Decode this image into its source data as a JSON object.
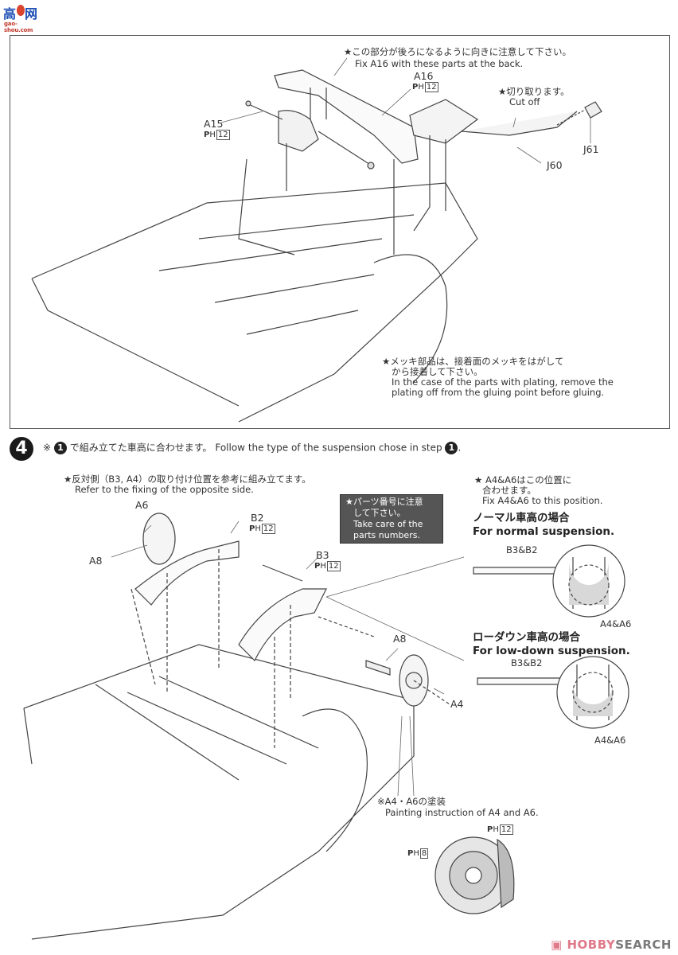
{
  "watermark_top": {
    "logo_chars": [
      "高",
      "网"
    ],
    "logo_site": "gao-shou.com"
  },
  "step3_panel": {
    "note_back_jp": "★この部分が後ろになるように向きに注意して下さい。",
    "note_back_en": "Fix A16 with these parts at the back.",
    "parts": [
      {
        "id": "A16",
        "paint": "12"
      },
      {
        "id": "A15",
        "paint": "12"
      },
      {
        "id": "J60"
      },
      {
        "id": "J61"
      }
    ],
    "cutoff_jp": "★切り取ります。",
    "cutoff_en": "Cut off",
    "plating_jp_1": "★メッキ部品は、接着面のメッキをはがして",
    "plating_jp_2": "から接着して下さい。",
    "plating_en_1": "In the case of the parts with plating, remove the",
    "plating_en_2": "plating off from the gluing point before gluing."
  },
  "step4": {
    "number": "4",
    "header_prefix": "※",
    "header_ref_num": "1",
    "header_jp": "で組み立てた車高に合わせます。",
    "header_en": "Follow the type of the suspension chose in step",
    "header_end": "."
  },
  "step4_panel": {
    "opposite_jp": "★反対側（B3, A4）の取り付け位置を参考に組み立てます。",
    "opposite_en": "Refer to the fixing of the opposite side.",
    "labels": {
      "A6": "A6",
      "A8_left": "A8",
      "B2": "B2",
      "B2_paint": "12",
      "B3": "B3",
      "B3_paint": "12",
      "A8_right": "A8",
      "A4": "A4"
    },
    "caution_jp_1": "★パーツ番号に注意",
    "caution_jp_2": "して下さい。",
    "caution_en_1": "Take care of the",
    "caution_en_2": "parts numbers.",
    "inset": {
      "fix_jp_1": "★ A4&A6はこの位置に",
      "fix_jp_2": "合わせます。",
      "fix_en": "Fix A4&A6 to this position.",
      "normal_jp": "ノーマル車高の場合",
      "normal_en": "For normal suspension.",
      "normal_rod": "B3&B2",
      "normal_hub": "A4&A6",
      "lowdown_jp": "ローダウン車高の場合",
      "lowdown_en": "For low-down suspension.",
      "lowdown_rod": "B3&B2",
      "lowdown_hub": "A4&A6"
    },
    "painting": {
      "title_jp": "※A4・A6の塗装",
      "title_en": "Painting instruction of A4 and A6.",
      "paint_caliper": "12",
      "paint_disc": "8"
    }
  },
  "paint_prefix": "P",
  "paint_sub": "H",
  "watermark_bottom": {
    "brand_a": "HOBBY",
    "brand_b": "SEARCH"
  }
}
